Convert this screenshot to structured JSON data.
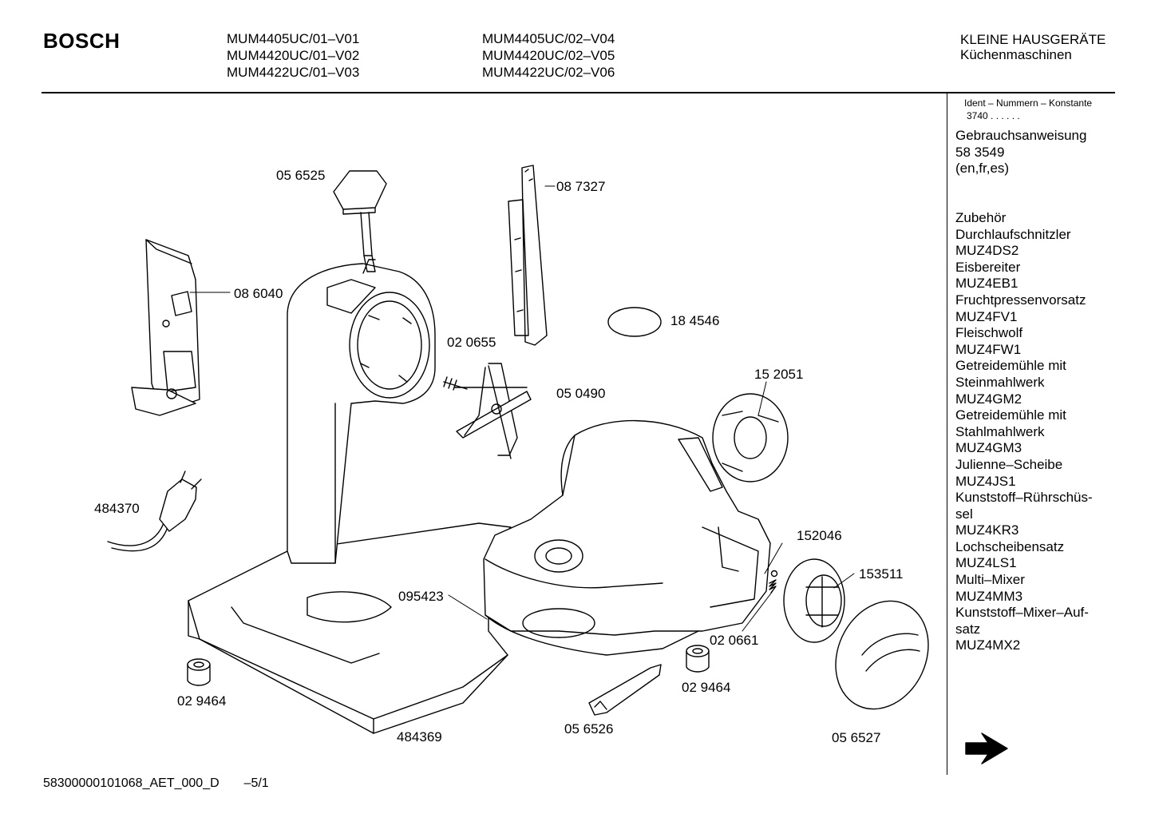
{
  "header": {
    "brand": "BOSCH",
    "models_col1": [
      "MUM4405UC/01–V01",
      "MUM4420UC/01–V02",
      "MUM4422UC/01–V03"
    ],
    "models_col2": [
      "MUM4405UC/02–V04",
      "MUM4420UC/02–V05",
      "MUM4422UC/02–V06"
    ],
    "category": "KLEINE HAUSGERÄTE",
    "subcategory": "Küchenmaschinen"
  },
  "sidebar": {
    "ident_label": "Ident – Nummern – Konstante",
    "ident_value": "3740 . . . . . .",
    "manual_title": "Gebrauchsanweisung",
    "manual_number": "58 3549",
    "manual_languages": "(en,fr,es)",
    "accessories_title": "Zubehör",
    "accessories_lines": [
      "Durchlaufschnitzler",
      "MUZ4DS2",
      "Eisbereiter",
      "MUZ4EB1",
      "Fruchtpressenvorsatz",
      "MUZ4FV1",
      "Fleischwolf",
      "MUZ4FW1",
      "Getreidemühle mit",
      "Steinmahlwerk",
      "MUZ4GM2",
      "Getreidemühle mit",
      "Stahlmahlwerk",
      "MUZ4GM3",
      "Julienne–Scheibe",
      "MUZ4JS1",
      "Kunststoff–Rührschüs-",
      "sel",
      "MUZ4KR3",
      "Lochscheibensatz",
      "MUZ4LS1",
      "Multi–Mixer",
      "MUZ4MM3",
      "Kunststoff–Mixer–Auf-",
      "satz",
      "MUZ4MX2"
    ],
    "next_arrow_icon": "right-arrow-icon"
  },
  "parts": [
    {
      "id": "056525",
      "label": "05 6525"
    },
    {
      "id": "087327",
      "label": "08 7327"
    },
    {
      "id": "086040",
      "label": "08 6040"
    },
    {
      "id": "184546",
      "label": "18 4546"
    },
    {
      "id": "020655",
      "label": "02 0655"
    },
    {
      "id": "050490",
      "label": "05 0490"
    },
    {
      "id": "152051",
      "label": "15 2051"
    },
    {
      "id": "484370",
      "label": "484370"
    },
    {
      "id": "152046",
      "label": "152046"
    },
    {
      "id": "153511",
      "label": "153511"
    },
    {
      "id": "095423",
      "label": "095423"
    },
    {
      "id": "020661",
      "label": "02 0661"
    },
    {
      "id": "029464a",
      "label": "02 9464"
    },
    {
      "id": "029464b",
      "label": "02 9464"
    },
    {
      "id": "484369",
      "label": "484369"
    },
    {
      "id": "056526",
      "label": "05 6526"
    },
    {
      "id": "056527",
      "label": "05 6527"
    }
  ],
  "footer": {
    "doc_code": "58300000101068_AET_000_D",
    "page": "–5/1"
  }
}
